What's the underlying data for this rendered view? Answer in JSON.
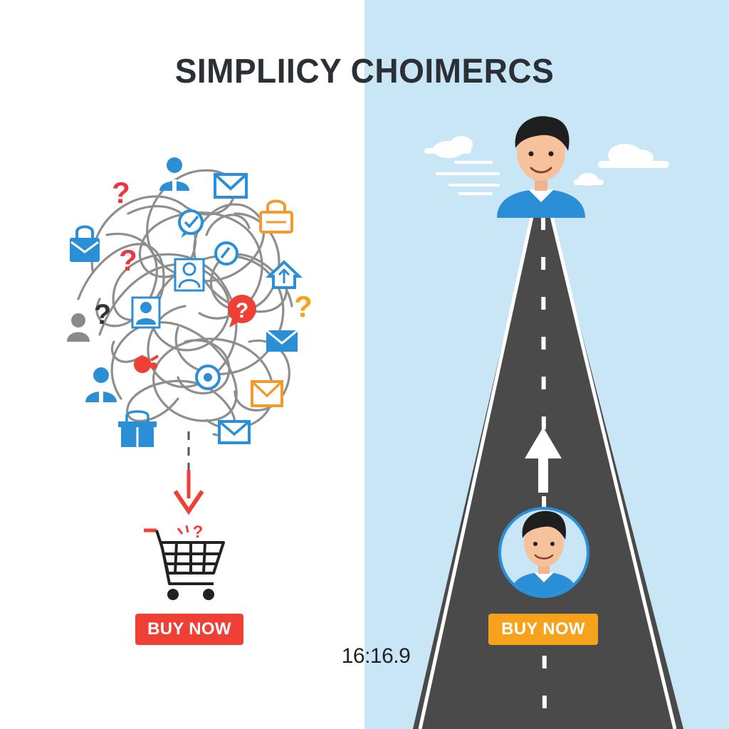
{
  "title": "SIMPLIICY CHOIMERCS",
  "left_panel": {
    "background": "#ffffff",
    "tangle_color": "#8e8e8e",
    "icons": [
      "question-icon",
      "user-icon",
      "envelope-icon",
      "shopping-bag-icon",
      "checkmark-chat-icon",
      "person-icon",
      "upload-icon",
      "heart-icon",
      "location-icon",
      "gift-icon",
      "cart-icon"
    ],
    "buy_label": "BUY NOW",
    "buy_color": "#ee4035",
    "arrow_color": "#ee4035"
  },
  "right_panel": {
    "background": "#c8e6f6",
    "road_color": "#4a4a4a",
    "buy_label": "BUY NOW",
    "buy_color": "#f7a21b",
    "icons": [
      "person-avatar-icon",
      "cloud-icon",
      "up-arrow-icon"
    ]
  },
  "ratio_label": "16:16.9"
}
